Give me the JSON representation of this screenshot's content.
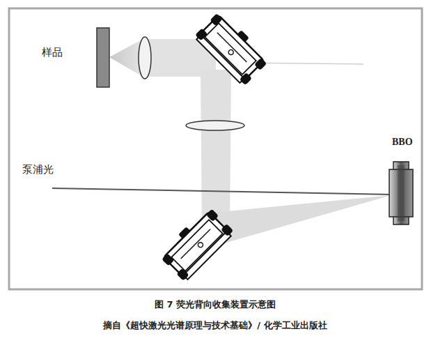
{
  "diagram": {
    "caption": "图 7 荧光背向收集装置示意图",
    "labels": [
      "样品",
      "泵浦光",
      "BBO",
      "摘自《超快激光光谱原理与技术基础》/ 化学工业出版社"
    ]
  }
}
